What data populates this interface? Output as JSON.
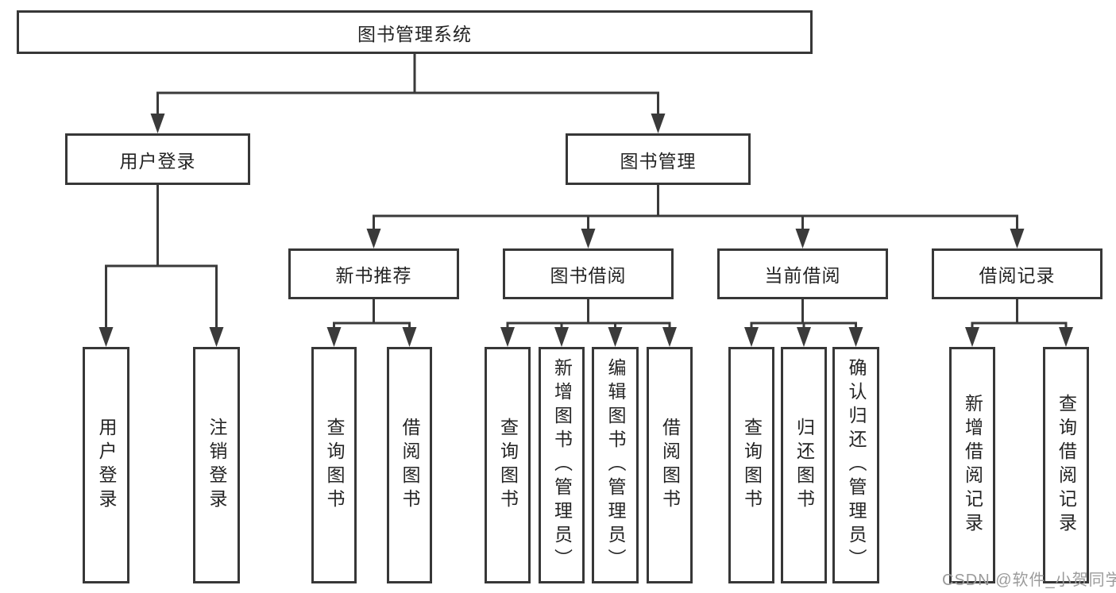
{
  "tree": {
    "root": {
      "label": "图书管理系统"
    },
    "branches": [
      {
        "label": "用户登录",
        "children": [
          "用户登录",
          "注销登录"
        ]
      },
      {
        "label": "图书管理",
        "sections": [
          {
            "label": "新书推荐",
            "children": [
              "查询图书",
              "借阅图书"
            ]
          },
          {
            "label": "图书借阅",
            "children": [
              "查询图书",
              "新增图书（管理员）",
              "编辑图书（管理员）",
              "借阅图书"
            ]
          },
          {
            "label": "当前借阅",
            "children": [
              "查询图书",
              "归还图书",
              "确认归还（管理员）"
            ]
          },
          {
            "label": "借阅记录",
            "children": [
              "新增借阅记录",
              "查询借阅记录"
            ]
          }
        ]
      }
    ]
  },
  "watermark": {
    "text": "CSDN @软件_小贺同学"
  },
  "colors": {
    "background": "#ffffff",
    "line": "#3a3a3a",
    "box_border": "#373737",
    "text": "#242424",
    "watermark": "#9b9b9b"
  }
}
